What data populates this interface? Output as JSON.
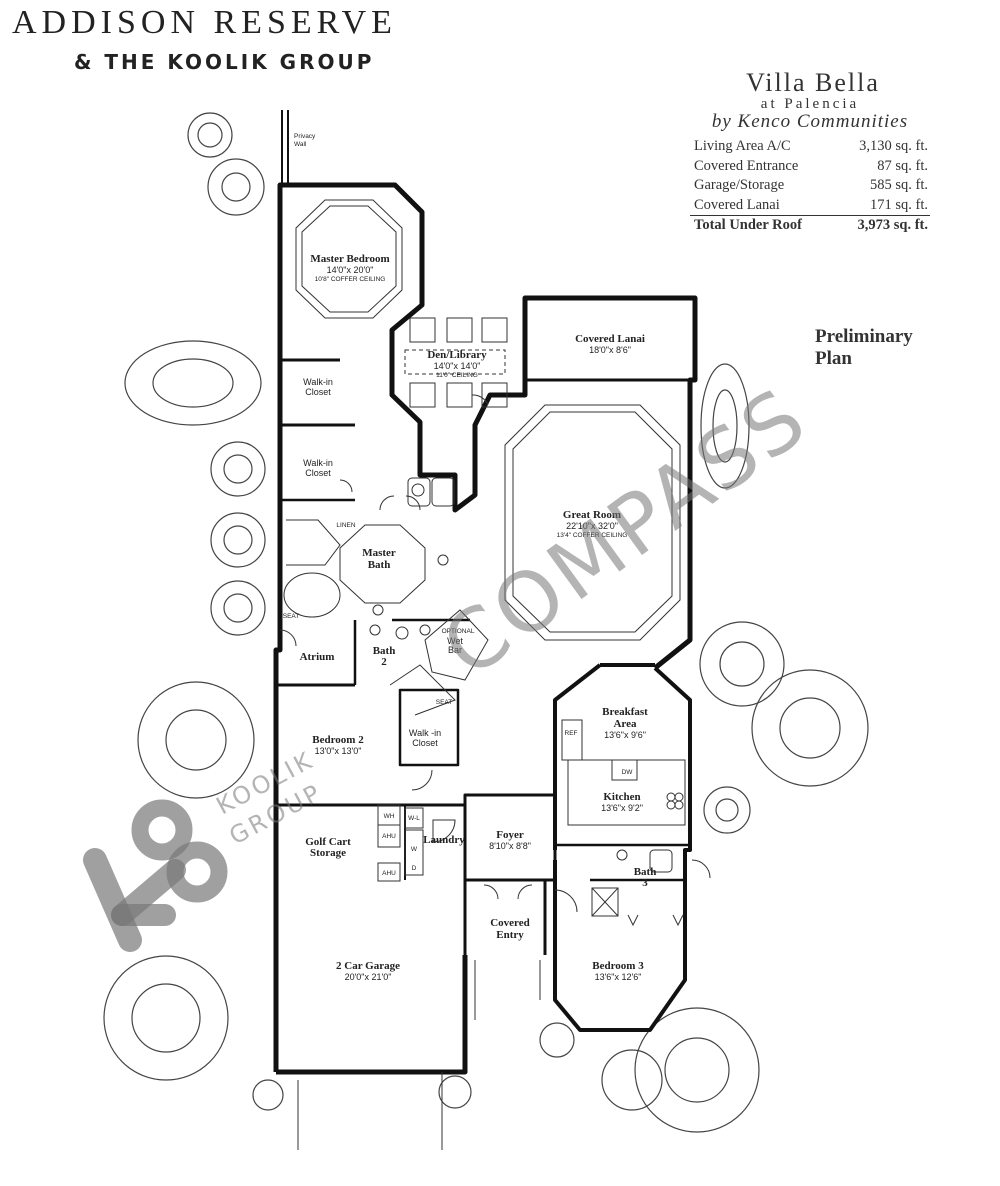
{
  "header": {
    "title": "ADDISON RESERVE",
    "subtitle": "& THE KOOLIK GROUP"
  },
  "model": {
    "name": "Villa Bella",
    "location": "at Palencia",
    "builder": "by Kenco Communities",
    "areas": [
      {
        "label": "Living Area A/C",
        "value": "3,130 sq. ft."
      },
      {
        "label": "Covered Entrance",
        "value": "87 sq. ft."
      },
      {
        "label": "Garage/Storage",
        "value": "585 sq. ft."
      },
      {
        "label": "Covered Lanai",
        "value": "171 sq. ft."
      }
    ],
    "total": {
      "label": "Total Under Roof",
      "value": "3,973 sq. ft."
    }
  },
  "plan_status": {
    "line1": "Preliminary",
    "line2": "Plan"
  },
  "rooms": {
    "privacy_wall": {
      "line1": "Privacy",
      "line2": "Wall"
    },
    "master_bedroom": {
      "name": "Master Bedroom",
      "dims": "14'0\"x 20'0\"",
      "ceiling": "10'8\" COFFER CEILING"
    },
    "den": {
      "name": "Den/Library",
      "dims": "14'0\"x 14'0\"",
      "ceiling": "11'0\" CEILING"
    },
    "lanai": {
      "name": "Covered Lanai",
      "dims": "18'0\"x 8'6\""
    },
    "walkin1": {
      "line1": "Walk-in",
      "line2": "Closet"
    },
    "walkin2": {
      "line1": "Walk-in",
      "line2": "Closet"
    },
    "walkin3": {
      "line1": "Walk -in",
      "line2": "Closet"
    },
    "great_room": {
      "name": "Great Room",
      "dims": "22'10\"x 32'0\"",
      "ceiling": "13'4\" COFFER CEILING"
    },
    "master_bath": {
      "line1": "Master",
      "line2": "Bath"
    },
    "linen": "LINEN",
    "seat1": "SEAT",
    "seat2": "SEAT",
    "atrium": "Atrium",
    "bath2": {
      "line1": "Bath",
      "line2": "2"
    },
    "wet_bar": {
      "opt": "OPTIONAL",
      "line1": "Wet",
      "line2": "Bar"
    },
    "bedroom2": {
      "name": "Bedroom 2",
      "dims": "13'0\"x 13'0\""
    },
    "breakfast": {
      "line1": "Breakfast",
      "line2": "Area",
      "dims": "13'6\"x 9'6\""
    },
    "ref": "REF",
    "dw": "DW",
    "kitchen": {
      "name": "Kitchen",
      "dims": "13'6\"x 9'2\""
    },
    "golf_cart": {
      "line1": "Golf Cart",
      "line2": "Storage"
    },
    "wh": "WH",
    "ahu1": "AHU",
    "ahu2": "AHU",
    "wl": "W-L",
    "w": "W",
    "d": "D",
    "laundry": "Laundry",
    "foyer": {
      "name": "Foyer",
      "dims": "8'10\"x 8'8\""
    },
    "bath3": {
      "line1": "Bath",
      "line2": "3"
    },
    "covered_entry": {
      "line1": "Covered",
      "line2": "Entry"
    },
    "garage": {
      "name": "2 Car Garage",
      "dims": "20'0\"x 21'0\""
    },
    "bedroom3": {
      "name": "Bedroom 3",
      "dims": "13'6\"x 12'6\""
    }
  },
  "watermarks": {
    "compass": "COMPASS",
    "koolik_line1": "KOOLIK",
    "koolik_line2": "GROUP"
  },
  "colors": {
    "ink": "#222222",
    "watermark": "#777777"
  }
}
